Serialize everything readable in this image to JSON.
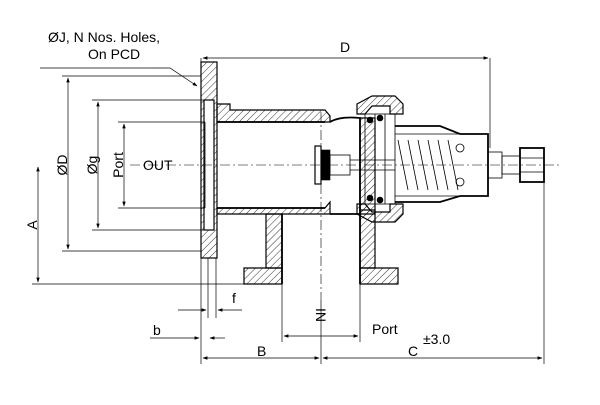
{
  "labels": {
    "holes_line1": "ØJ, N Nos. Holes,",
    "holes_line2": "On PCD",
    "D": "D",
    "OD": "ØD",
    "Og": "Øg",
    "port_vertical": "Port",
    "out": "OUT",
    "A": "A",
    "f": "f",
    "in": "IN",
    "b": "b",
    "port_bottom": "Port",
    "tolerance": "±3.0",
    "B": "B",
    "C": "C"
  }
}
